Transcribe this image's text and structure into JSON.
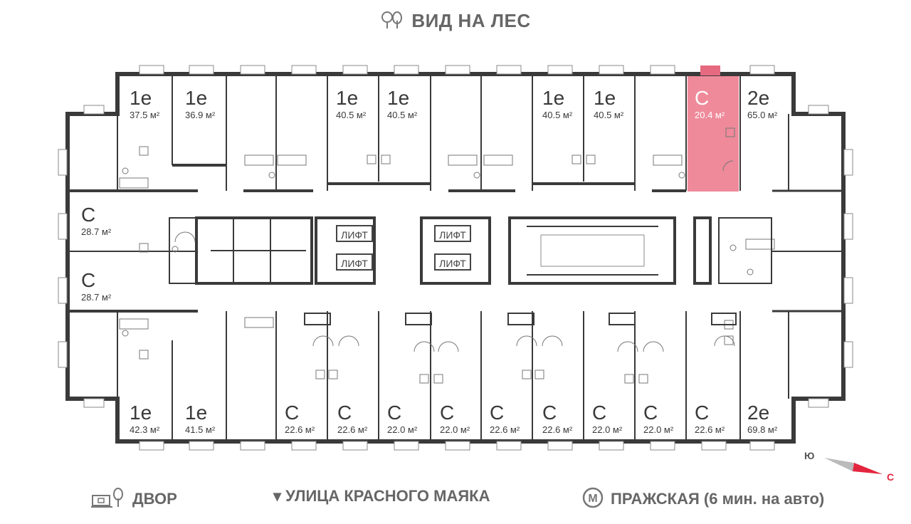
{
  "header": {
    "label": "ВИД НА ЛЕС"
  },
  "apartments": [
    {
      "type": "1е",
      "area": "37.5 м²"
    },
    {
      "type": "1е",
      "area": "36.9 м²"
    },
    {
      "type": "1е",
      "area": "40.5 м²"
    },
    {
      "type": "1е",
      "area": "40.5 м²"
    },
    {
      "type": "1е",
      "area": "40.5 м²"
    },
    {
      "type": "1е",
      "area": "40.5 м²"
    },
    {
      "type": "С",
      "area": "20.4 м²",
      "highlighted": true
    },
    {
      "type": "2е",
      "area": "65.0 м²"
    },
    {
      "type": "С",
      "area": "28.7 м²"
    },
    {
      "type": "С",
      "area": "28.7 м²"
    },
    {
      "type": "1е",
      "area": "42.3 м²"
    },
    {
      "type": "1е",
      "area": "41.5 м²"
    },
    {
      "type": "С",
      "area": "22.6 м²"
    },
    {
      "type": "С",
      "area": "22.6 м²"
    },
    {
      "type": "С",
      "area": "22.0 м²"
    },
    {
      "type": "С",
      "area": "22.0 м²"
    },
    {
      "type": "С",
      "area": "22.6 м²"
    },
    {
      "type": "С",
      "area": "22.6 м²"
    },
    {
      "type": "С",
      "area": "22.0 м²"
    },
    {
      "type": "С",
      "area": "22.0 м²"
    },
    {
      "type": "С",
      "area": "22.6 м²"
    },
    {
      "type": "2е",
      "area": "69.8 м²"
    }
  ],
  "lifts": [
    "ЛИФТ",
    "ЛИФТ",
    "ЛИФТ",
    "ЛИФТ"
  ],
  "footer": {
    "yard": "ДВОР",
    "street": "▾ УЛИЦА КРАСНОГО МАЯКА",
    "metro_letter": "М",
    "metro": "ПРАЖСКАЯ (6 мин. на авто)"
  },
  "compass": {
    "north": "Ю",
    "south": "С"
  },
  "colors": {
    "wall": "#3a3a3a",
    "thin_line": "#666666",
    "highlight": "#ef8a9a",
    "highlight_window": "#e56a80",
    "compass_red": "#e3263f"
  }
}
